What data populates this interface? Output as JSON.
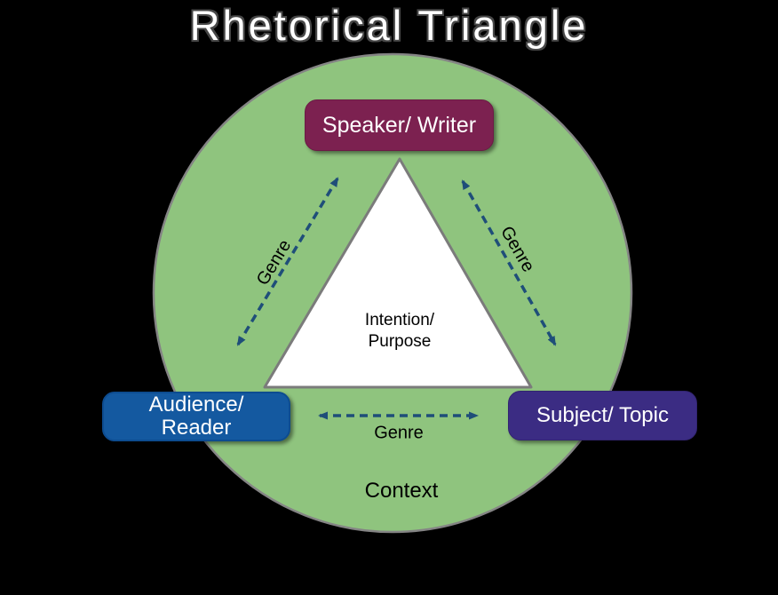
{
  "title": "Rhetorical Triangle",
  "diagram": {
    "nodes": {
      "speaker": {
        "label": "Speaker/ Writer"
      },
      "audience": {
        "line1": "Audience/",
        "line2": "Reader"
      },
      "subject": {
        "label": "Subject/ Topic"
      }
    },
    "triangle_center": {
      "line1": "Intention/",
      "line2": "Purpose"
    },
    "context_label": "Context",
    "edge_labels": {
      "left": "Genre",
      "right": "Genre",
      "bottom": "Genre"
    }
  },
  "colors": {
    "background": "#000000",
    "circle_fill": "#8FC47E",
    "circle_stroke": "#848484",
    "triangle_fill": "#FFFFFF",
    "triangle_stroke": "#7B7B7B",
    "arrow": "#1F4E79",
    "speaker_fill": "#7C2150",
    "audience_fill": "#1459A0",
    "audience_border": "#0D4C90",
    "subject_fill": "#3B2C83",
    "title_text": "#FFFFFF",
    "label_text": "#000000"
  }
}
